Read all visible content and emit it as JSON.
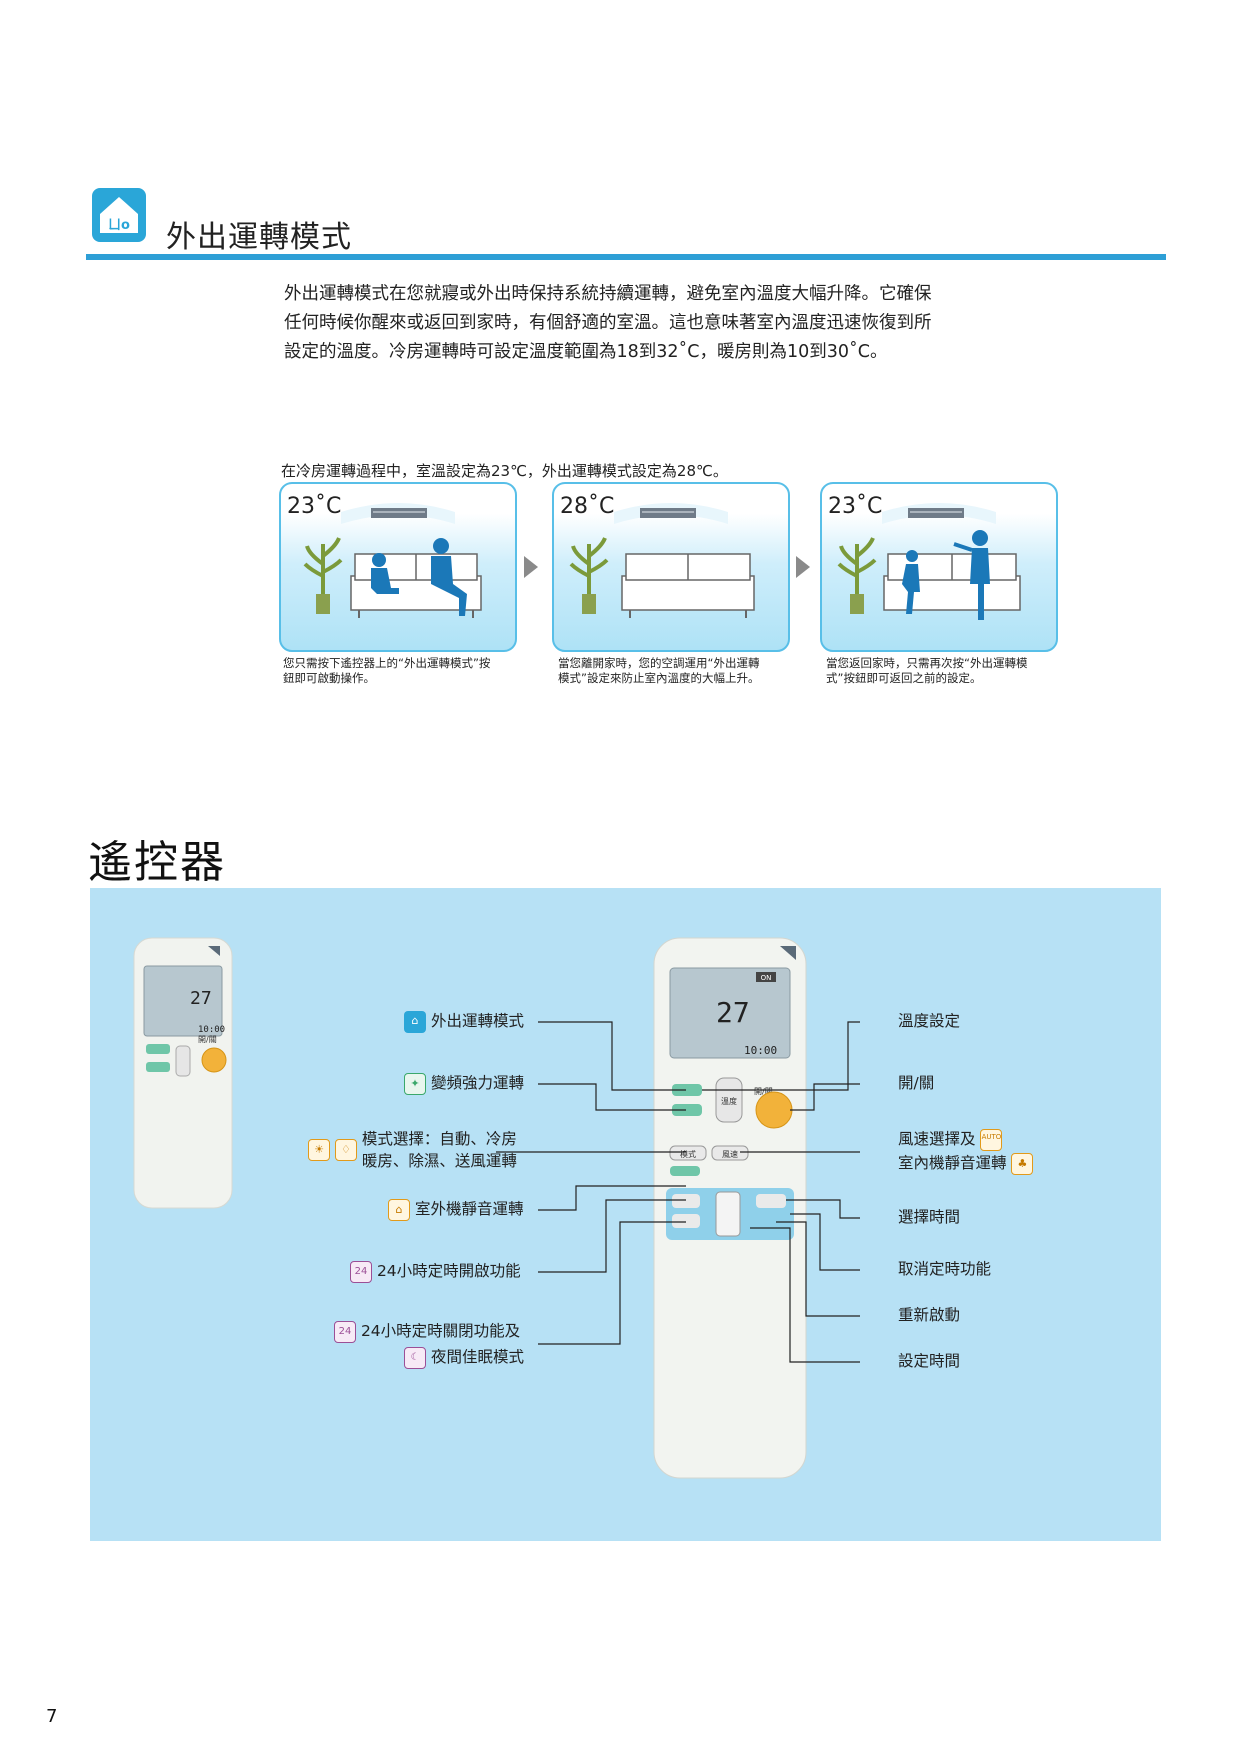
{
  "section1": {
    "icon": "home-away-icon",
    "title": "外出運轉模式",
    "intro_lines": [
      "外出運轉模式在您就寢或外出時保持系統持續運轉，避免室內溫度大幅升降。它確保",
      "任何時候你醒來或返回到家時，有個舒適的室溫。這也意味著室內溫度迅速恢復到所",
      "設定的溫度。冷房運轉時可設定溫度範圍為18到32˚C，暖房則為10到30˚C。"
    ],
    "scene_caption": "在冷房運轉過程中，室溫設定為23℃，外出運轉模式設定為28℃。",
    "panels": [
      {
        "temp": "23˚C",
        "caption_lines": [
          "您只需按下遙控器上的“外出運轉模式”按",
          "鈕即可啟動操作。"
        ]
      },
      {
        "temp": "28˚C",
        "caption_lines": [
          "當您離開家時，您的空調運用“外出運轉",
          "模式”設定來防止室內溫度的大幅上升。"
        ]
      },
      {
        "temp": "23˚C",
        "caption_lines": [
          "當您返回家時，只需再次按“外出運轉模",
          "式”按鈕即可返回之前的設定。"
        ]
      }
    ]
  },
  "section2": {
    "title": "遙控器",
    "small_remote": {
      "display_temp": "27",
      "display_time": "10:00",
      "on_off_label": "開/關"
    },
    "big_remote": {
      "display_temp": "27",
      "display_time": "10:00",
      "on_badge": "ON",
      "on_off_label": "開/關",
      "temp_label": "溫度",
      "mode_label": "模式",
      "fan_label": "風速"
    },
    "left_labels": {
      "away_mode": "外出運轉模式",
      "powerful": "變頻強力運轉",
      "mode_select_1": "模式選擇：自動、冷房",
      "mode_select_2": "暖房、除濕、送風運轉",
      "outdoor_quiet": "室外機靜音運轉",
      "timer_on": "24小時定時開啟功能",
      "timer_off_1": "24小時定時關閉功能及",
      "timer_off_2": "夜間佳眠模式"
    },
    "right_labels": {
      "temp_setting": "溫度設定",
      "on_off": "開/關",
      "fan_select_1": "風速選擇及",
      "fan_select_2": "室內機靜音運轉",
      "select_time": "選擇時間",
      "cancel_timer": "取消定時功能",
      "restart": "重新啟動",
      "set_time": "設定時間"
    },
    "icon_texts": {
      "timer_24": "24",
      "auto": "AUTO"
    }
  },
  "page_number": "7",
  "colors": {
    "accent_blue": "#2e9fd6",
    "remote_bg": "#b7e1f5",
    "panel_border": "#58bfe8"
  }
}
